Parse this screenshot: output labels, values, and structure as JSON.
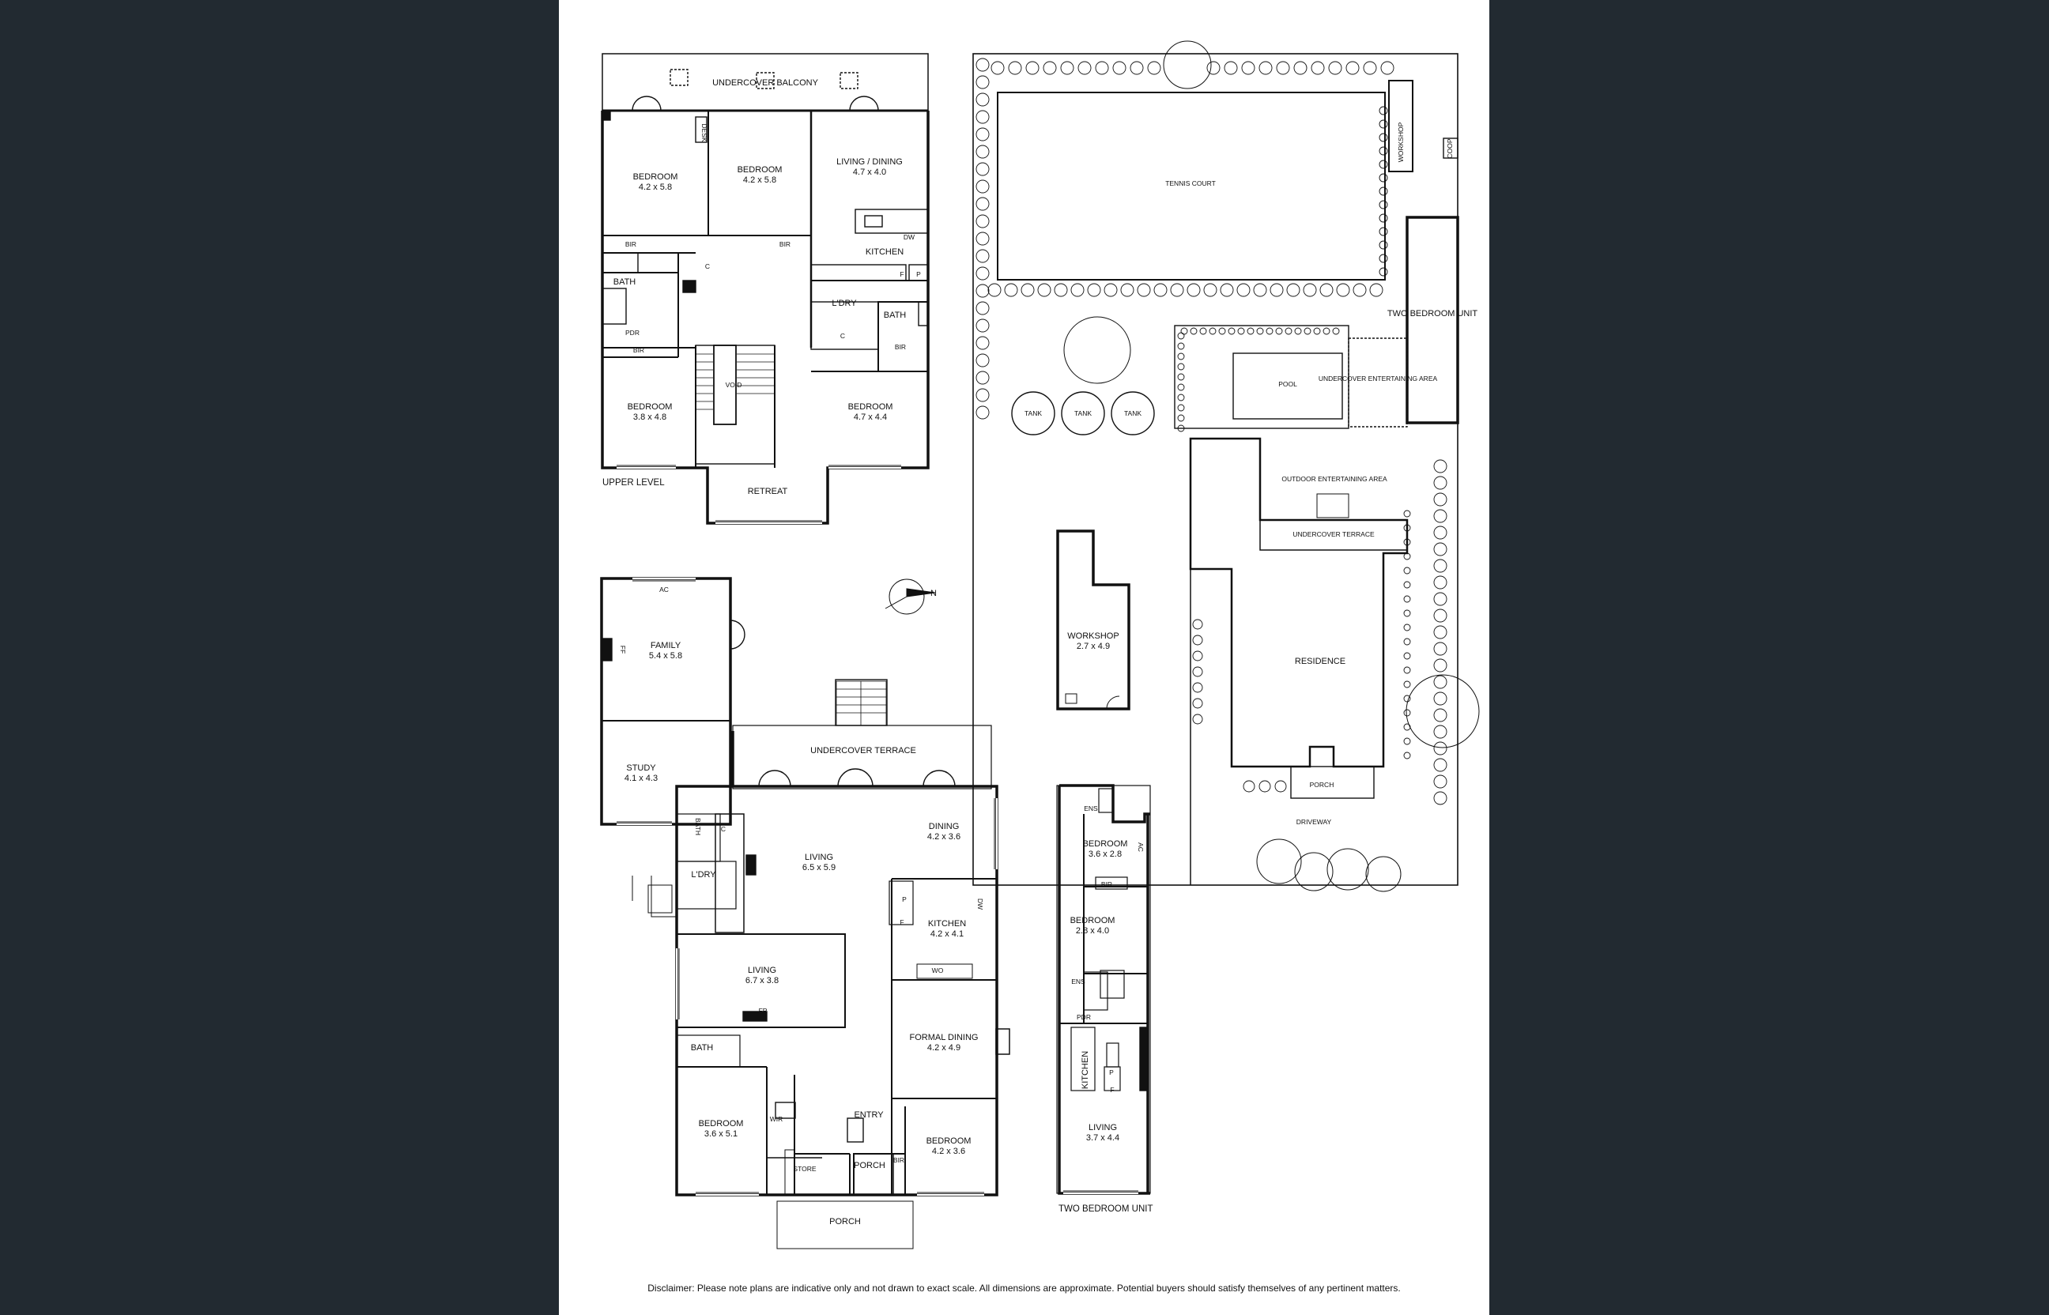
{
  "disclaimer": "Disclaimer: Please note plans are indicative only and not drawn to exact scale. All dimensions are approximate. Potential buyers should satisfy themselves of any pertinent matters.",
  "compass": "N",
  "upper": {
    "caption": "UPPER LEVEL",
    "balcony": "UNDERCOVER BALCONY",
    "bed1": "BEDROOM",
    "bed1_dim": "4.2 x 5.8",
    "desk": "DESK",
    "bed2": "BEDROOM",
    "bed2_dim": "4.2 x 5.8",
    "living": "LIVING / DINING",
    "living_dim": "4.7 x 4.0",
    "kitchen": "KITCHEN",
    "dw": "DW",
    "f": "F",
    "p": "P",
    "bir1": "BIR",
    "bir2": "BIR",
    "bir3": "BIR",
    "bir4": "BIR",
    "bath1": "BATH",
    "bath2": "BATH",
    "pdr": "PDR",
    "ldry": "L'DRY",
    "c1": "C",
    "c2": "C",
    "void": "VOID",
    "bed3": "BEDROOM",
    "bed3_dim": "3.8 x 4.8",
    "bed4": "BEDROOM",
    "bed4_dim": "4.7 x 4.4",
    "retreat": "RETREAT"
  },
  "site": {
    "tennis": "TENNIS COURT",
    "workshop": "WORKSHOP",
    "coop": "COOP",
    "unit": "TWO BEDROOM UNIT",
    "pool": "POOL",
    "ent1": "UNDERCOVER ENTERTAINING AREA",
    "tank1": "TANK",
    "tank2": "TANK",
    "tank3": "TANK",
    "outdoor": "OUTDOOR ENTERTAINING AREA",
    "terrace": "UNDERCOVER TERRACE",
    "residence": "RESIDENCE",
    "porch": "PORCH",
    "driveway": "DRIVEWAY"
  },
  "workshop": {
    "label": "WORKSHOP",
    "dim": "2.7 x 4.9"
  },
  "ground": {
    "family": "FAMILY",
    "family_dim": "5.4 x 5.8",
    "ac": "AC",
    "ff": "FF",
    "study": "STUDY",
    "study_dim": "4.1 x 4.3",
    "terrace": "UNDERCOVER TERRACE",
    "bath": "BATH",
    "ldry": "L'DRY",
    "c": "C",
    "living": "LIVING",
    "living_dim": "6.5 x 5.9",
    "dining": "DINING",
    "dining_dim": "4.2 x 3.6",
    "kitchen": "KITCHEN",
    "kitchen_dim": "4.2 x 4.1",
    "p": "P",
    "f": "F",
    "wo": "WO",
    "dw": "DW",
    "living2": "LIVING",
    "living2_dim": "6.7 x 3.8",
    "fp": "FP",
    "formal": "FORMAL DINING",
    "formal_dim": "4.2 x 4.9",
    "bath2": "BATH",
    "bed1": "BEDROOM",
    "bed1_dim": "3.6 x 5.1",
    "wir": "WIR",
    "entry": "ENTRY",
    "store": "STORE",
    "porch": "PORCH",
    "porch2": "PORCH",
    "bir": "BIR",
    "bed2": "BEDROOM",
    "bed2_dim": "4.2 x 3.6"
  },
  "unit": {
    "caption": "TWO BEDROOM UNIT",
    "ens1": "ENS",
    "ens2": "ENS",
    "pdr": "PDR",
    "bir": "BIR",
    "ac": "AC",
    "bed1": "BEDROOM",
    "bed1_dim": "3.6 x 2.8",
    "bed2": "BEDROOM",
    "bed2_dim": "2.8 x 4.0",
    "kitchen": "KITCHEN",
    "p": "P",
    "f": "F",
    "living": "LIVING",
    "living_dim": "3.7 x 4.4"
  }
}
